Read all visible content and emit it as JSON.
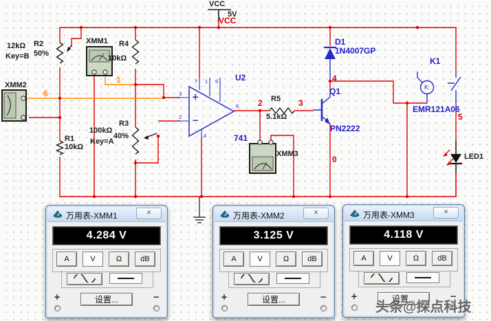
{
  "labels": {
    "vcc_black": "VCC",
    "vcc_value": "5V",
    "vcc_red": "VCC",
    "r2_name": "R2",
    "r2_value": "12kΩ",
    "r2_key": "Key=B",
    "r2_pct": "50%",
    "r4_name": "R4",
    "r4_value": "10kΩ",
    "r1_name": "R1",
    "r1_value": "10kΩ",
    "r3_name": "R3",
    "r3_value": "100kΩ",
    "r3_key": "Key=A",
    "r3_pct": "40%",
    "r5_name": "R5",
    "r5_value": "5.1kΩ",
    "u2_name": "U2",
    "u2_model": "741",
    "q1_name": "Q1",
    "q1_model": "PN2222",
    "d1_name": "D1",
    "d1_model": "1N4007GP",
    "k1_name": "K1",
    "k1_model": "EMR121A06",
    "k1_coil_letter": "K",
    "led1_name": "LED1",
    "xmm1_name": "XMM1",
    "xmm2_name": "XMM2",
    "xmm3_name": "XMM3",
    "net0": "0",
    "net1": "1",
    "net2": "2",
    "net3": "3",
    "net4": "4",
    "net5": "5",
    "net6": "6",
    "pin7": "7",
    "pin1": "1",
    "pin5": "5",
    "pin4": "4",
    "pin3": "3",
    "pin2": "2",
    "pin6": "6",
    "opamp_plus": "+",
    "opamp_minus": "−",
    "sign_plus": "+",
    "sign_minus": "−"
  },
  "meters": [
    {
      "title": "万用表-XMM1",
      "reading": "4.284 V",
      "btn_a": "A",
      "btn_v": "V",
      "btn_ohm": "Ω",
      "btn_db": "dB",
      "settings": "设置...",
      "plus": "+",
      "minus": "−"
    },
    {
      "title": "万用表-XMM2",
      "reading": "3.125 V",
      "btn_a": "A",
      "btn_v": "V",
      "btn_ohm": "Ω",
      "btn_db": "dB",
      "settings": "设置...",
      "plus": "+",
      "minus": "−"
    },
    {
      "title": "万用表-XMM3",
      "reading": "4.118 V",
      "btn_a": "A",
      "btn_v": "V",
      "btn_ohm": "Ω",
      "btn_db": "dB",
      "settings": "设置...",
      "plus": "+",
      "minus": "−"
    }
  ],
  "icons": {
    "close": "✕"
  },
  "watermark": "头条@探点科技",
  "colors": {
    "wire": "#e00000",
    "wire_alt": "#ff8a00",
    "component": "#2020cc",
    "meter_fill": "#ccd8c3"
  }
}
